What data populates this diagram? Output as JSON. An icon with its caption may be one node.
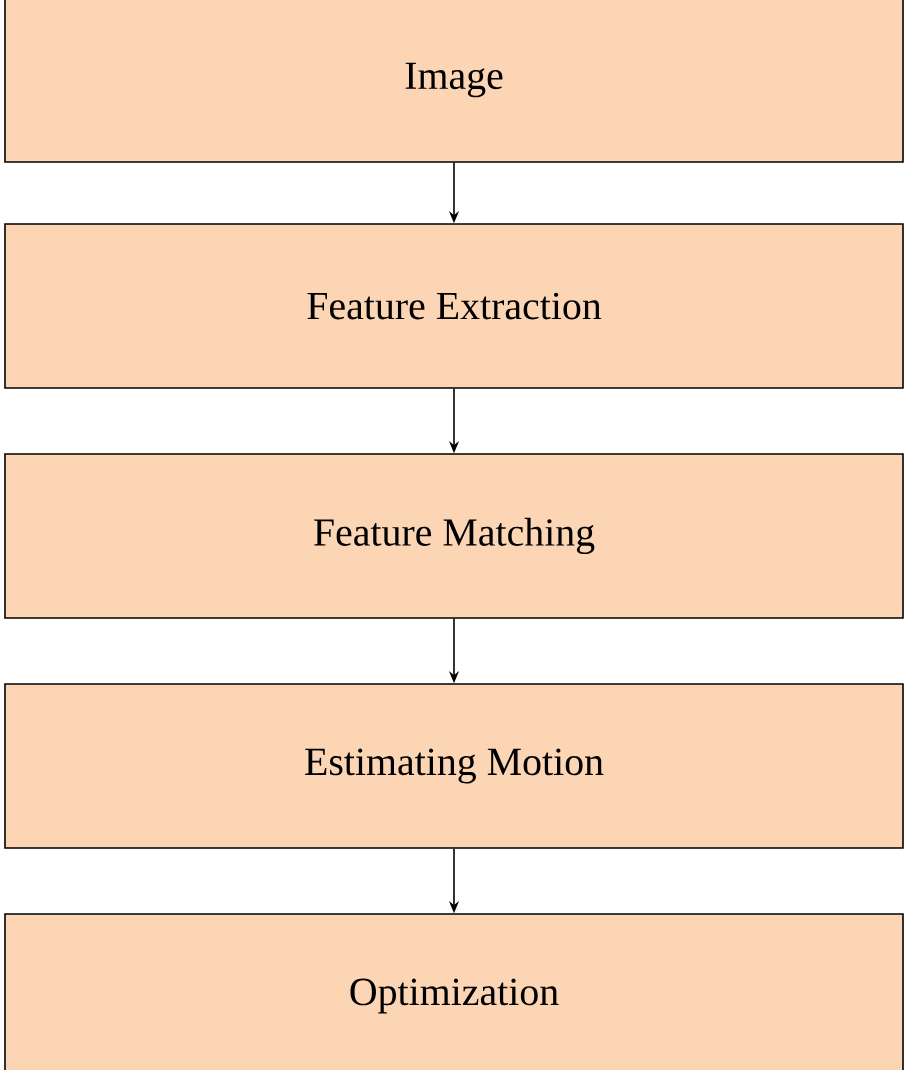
{
  "diagram": {
    "nodes": [
      {
        "text": [
          "Image"
        ]
      },
      {
        "text": [
          "Feature Extraction"
        ]
      },
      {
        "text": [
          "Feature Matching"
        ]
      },
      {
        "text": [
          "Estimating Motion"
        ]
      },
      {
        "text": [
          "Optimization"
        ]
      }
    ],
    "edges": [
      {
        "from": 0,
        "to": 1,
        "arrow": "to"
      },
      {
        "from": 1,
        "to": 2,
        "arrow": "to"
      },
      {
        "from": 2,
        "to": 3,
        "arrow": "to"
      },
      {
        "from": 3,
        "to": 4,
        "arrow": "to"
      }
    ]
  }
}
